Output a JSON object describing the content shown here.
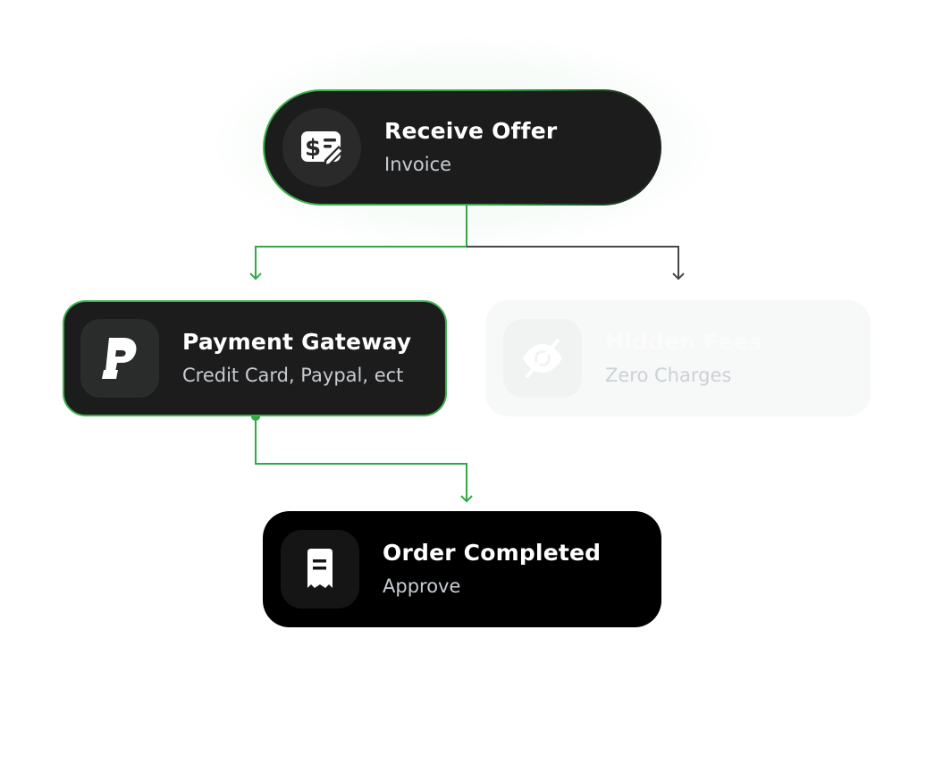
{
  "colors": {
    "active_edge": "#34a849",
    "inactive_edge": "#46464c",
    "node_dark": "#1c1c1c",
    "node_black": "#000000",
    "node_disabled": "#f7f8f8"
  },
  "nodes": {
    "receive_offer": {
      "title": "Receive Offer",
      "subtitle": "Invoice",
      "icon": "invoice-edit-icon",
      "state": "active"
    },
    "payment_gateway": {
      "title": "Payment Gateway",
      "subtitle": "Credit Card, Paypal, ect",
      "icon": "paypal-icon",
      "state": "active"
    },
    "hidden_fees": {
      "title": "Hidden Fees",
      "subtitle": "Zero Charges",
      "icon": "eye-off-icon",
      "state": "disabled"
    },
    "order_completed": {
      "title": "Order Completed",
      "subtitle": "Approve",
      "icon": "receipt-icon",
      "state": "final"
    }
  },
  "edges": [
    {
      "from": "receive_offer",
      "to": "payment_gateway",
      "state": "active"
    },
    {
      "from": "receive_offer",
      "to": "hidden_fees",
      "state": "inactive"
    },
    {
      "from": "payment_gateway",
      "to": "order_completed",
      "state": "active"
    }
  ]
}
